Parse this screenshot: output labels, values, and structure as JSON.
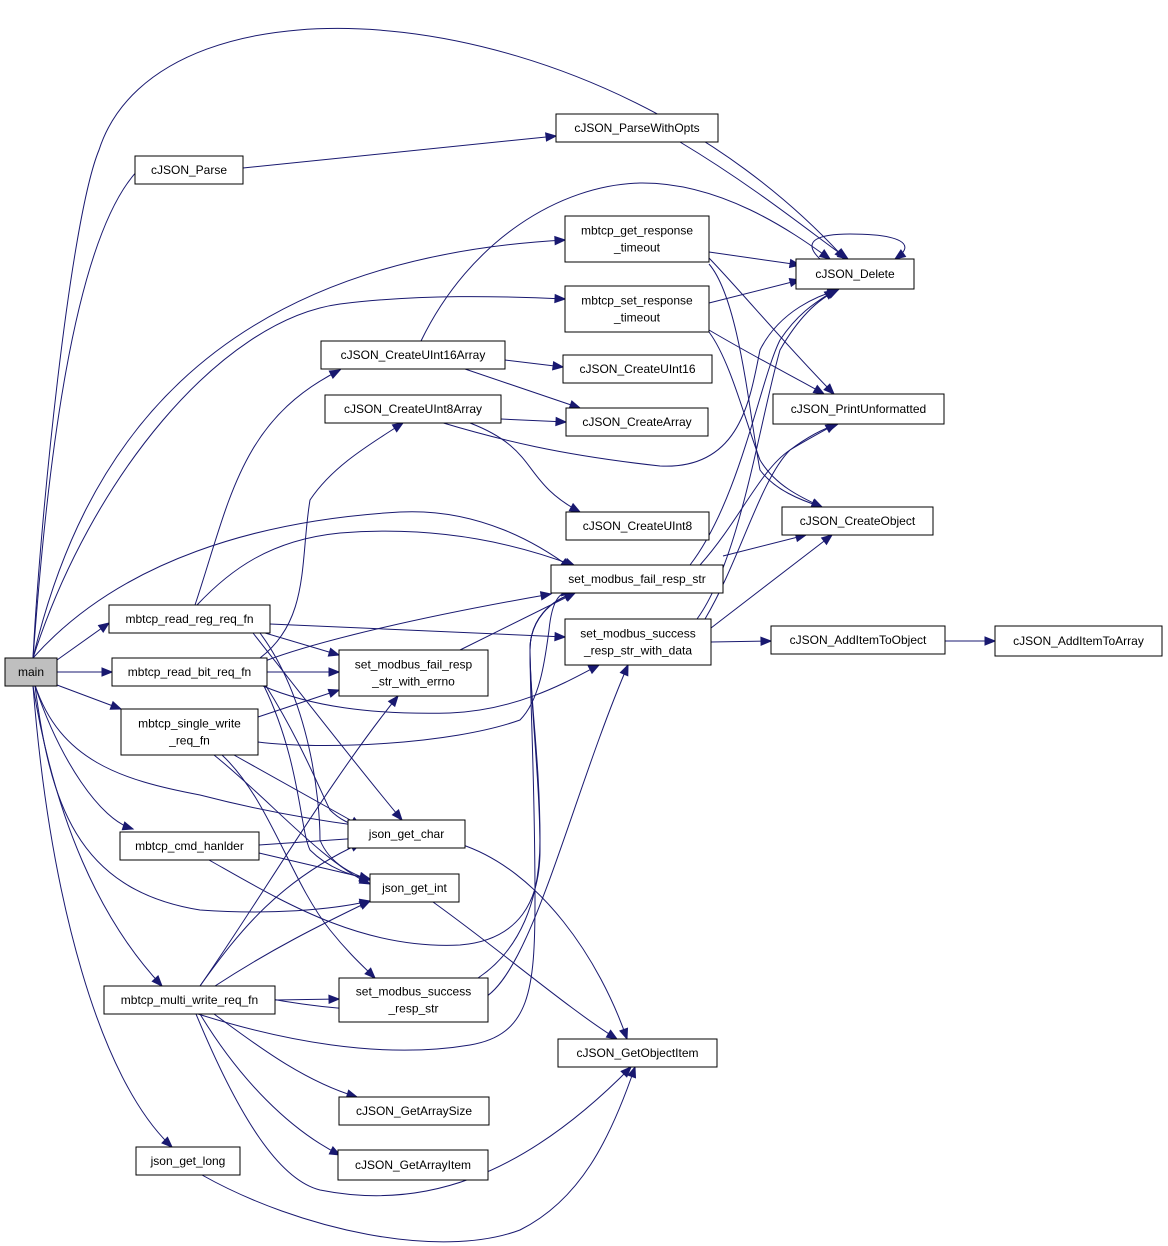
{
  "nodes": {
    "main": [
      "main"
    ],
    "cjson_parse": [
      "cJSON_Parse"
    ],
    "cjson_parsewithopts": [
      "cJSON_ParseWithOpts"
    ],
    "cjson_delete": [
      "cJSON_Delete"
    ],
    "mbtcp_get_resp": [
      "mbtcp_get_response",
      "_timeout"
    ],
    "mbtcp_set_resp": [
      "mbtcp_set_response",
      "_timeout"
    ],
    "cjson_createuint16array": [
      "cJSON_CreateUInt16Array"
    ],
    "cjson_createuint16": [
      "cJSON_CreateUInt16"
    ],
    "cjson_createuint8array": [
      "cJSON_CreateUInt8Array"
    ],
    "cjson_createarray": [
      "cJSON_CreateArray"
    ],
    "cjson_printunformatted": [
      "cJSON_PrintUnformatted"
    ],
    "cjson_createuint8": [
      "cJSON_CreateUInt8"
    ],
    "cjson_createobject": [
      "cJSON_CreateObject"
    ],
    "set_fail_resp": [
      "set_modbus_fail_resp_str"
    ],
    "mbtcp_read_reg": [
      "mbtcp_read_reg_req_fn"
    ],
    "set_success_data": [
      "set_modbus_success",
      "_resp_str_with_data"
    ],
    "cjson_additemtoobject": [
      "cJSON_AddItemToObject"
    ],
    "cjson_additemtoarray": [
      "cJSON_AddItemToArray"
    ],
    "mbtcp_read_bit": [
      "mbtcp_read_bit_req_fn"
    ],
    "set_fail_errno": [
      "set_modbus_fail_resp",
      "_str_with_errno"
    ],
    "mbtcp_single_write": [
      "mbtcp_single_write",
      "_req_fn"
    ],
    "json_get_char": [
      "json_get_char"
    ],
    "mbtcp_cmd_handler": [
      "mbtcp_cmd_hanlder"
    ],
    "json_get_int": [
      "json_get_int"
    ],
    "mbtcp_multi_write": [
      "mbtcp_multi_write_req_fn"
    ],
    "set_success": [
      "set_modbus_success",
      "_resp_str"
    ],
    "cjson_getobjectitem": [
      "cJSON_GetObjectItem"
    ],
    "cjson_getarraysize": [
      "cJSON_GetArraySize"
    ],
    "json_get_long": [
      "json_get_long"
    ],
    "cjson_getarrayitem": [
      "cJSON_GetArrayItem"
    ]
  },
  "edges": [
    [
      "main",
      "cjson_delete"
    ],
    [
      "main",
      "cjson_parse"
    ],
    [
      "main",
      "mbtcp_get_resp"
    ],
    [
      "main",
      "mbtcp_set_resp"
    ],
    [
      "main",
      "set_fail_resp"
    ],
    [
      "main",
      "mbtcp_read_reg"
    ],
    [
      "main",
      "mbtcp_read_bit"
    ],
    [
      "main",
      "mbtcp_single_write"
    ],
    [
      "main",
      "json_get_char"
    ],
    [
      "main",
      "mbtcp_cmd_handler"
    ],
    [
      "main",
      "json_get_int"
    ],
    [
      "main",
      "mbtcp_multi_write"
    ],
    [
      "main",
      "json_get_long"
    ],
    [
      "cjson_parse",
      "cjson_parsewithopts"
    ],
    [
      "cjson_parsewithopts",
      "cjson_delete"
    ],
    [
      "cjson_delete",
      "cjson_delete"
    ],
    [
      "mbtcp_get_resp",
      "cjson_delete"
    ],
    [
      "mbtcp_get_resp",
      "cjson_printunformatted"
    ],
    [
      "mbtcp_get_resp",
      "cjson_createobject"
    ],
    [
      "mbtcp_set_resp",
      "cjson_delete"
    ],
    [
      "mbtcp_set_resp",
      "cjson_printunformatted"
    ],
    [
      "mbtcp_set_resp",
      "cjson_createobject"
    ],
    [
      "cjson_createuint16array",
      "cjson_delete"
    ],
    [
      "cjson_createuint16array",
      "cjson_createuint16"
    ],
    [
      "cjson_createuint16array",
      "cjson_createarray"
    ],
    [
      "cjson_createuint8array",
      "cjson_createarray"
    ],
    [
      "cjson_createuint8array",
      "cjson_delete"
    ],
    [
      "cjson_createuint8array",
      "cjson_createuint8"
    ],
    [
      "set_fail_resp",
      "cjson_delete"
    ],
    [
      "set_fail_resp",
      "cjson_printunformatted"
    ],
    [
      "set_fail_resp",
      "cjson_createobject"
    ],
    [
      "set_success_data",
      "cjson_delete"
    ],
    [
      "set_success_data",
      "cjson_printunformatted"
    ],
    [
      "set_success_data",
      "cjson_createobject"
    ],
    [
      "set_success_data",
      "cjson_additemtoobject"
    ],
    [
      "cjson_additemtoobject",
      "cjson_additemtoarray"
    ],
    [
      "mbtcp_read_reg",
      "cjson_createuint16array"
    ],
    [
      "mbtcp_read_reg",
      "set_fail_resp"
    ],
    [
      "mbtcp_read_reg",
      "set_success_data"
    ],
    [
      "mbtcp_read_reg",
      "set_fail_errno"
    ],
    [
      "mbtcp_read_reg",
      "json_get_char"
    ],
    [
      "mbtcp_read_reg",
      "json_get_int"
    ],
    [
      "mbtcp_read_bit",
      "cjson_createuint8array"
    ],
    [
      "mbtcp_read_bit",
      "set_fail_resp"
    ],
    [
      "mbtcp_read_bit",
      "set_fail_errno"
    ],
    [
      "mbtcp_read_bit",
      "set_success_data"
    ],
    [
      "mbtcp_read_bit",
      "json_get_char"
    ],
    [
      "mbtcp_read_bit",
      "json_get_int"
    ],
    [
      "mbtcp_single_write",
      "set_fail_errno"
    ],
    [
      "mbtcp_single_write",
      "set_fail_resp"
    ],
    [
      "mbtcp_single_write",
      "json_get_char"
    ],
    [
      "mbtcp_single_write",
      "json_get_int"
    ],
    [
      "mbtcp_single_write",
      "set_success"
    ],
    [
      "mbtcp_cmd_handler",
      "json_get_char"
    ],
    [
      "mbtcp_cmd_handler",
      "json_get_int"
    ],
    [
      "mbtcp_cmd_handler",
      "set_fail_resp"
    ],
    [
      "set_fail_errno",
      "set_fail_resp"
    ],
    [
      "json_get_char",
      "cjson_getobjectitem"
    ],
    [
      "json_get_int",
      "cjson_getobjectitem"
    ],
    [
      "set_success",
      "set_fail_resp"
    ],
    [
      "mbtcp_multi_write",
      "set_fail_errno"
    ],
    [
      "mbtcp_multi_write",
      "json_get_char"
    ],
    [
      "mbtcp_multi_write",
      "json_get_int"
    ],
    [
      "mbtcp_multi_write",
      "set_success"
    ],
    [
      "mbtcp_multi_write",
      "set_success_data"
    ],
    [
      "mbtcp_multi_write",
      "set_fail_resp"
    ],
    [
      "mbtcp_multi_write",
      "cjson_getarraysize"
    ],
    [
      "mbtcp_multi_write",
      "cjson_getarrayitem"
    ],
    [
      "mbtcp_multi_write",
      "cjson_getobjectitem"
    ],
    [
      "json_get_long",
      "cjson_getobjectitem"
    ]
  ],
  "colors": {
    "edge": "#191970",
    "node_border": "#000000",
    "node_fill": "#ffffff",
    "root_fill": "#bfbfbf"
  }
}
